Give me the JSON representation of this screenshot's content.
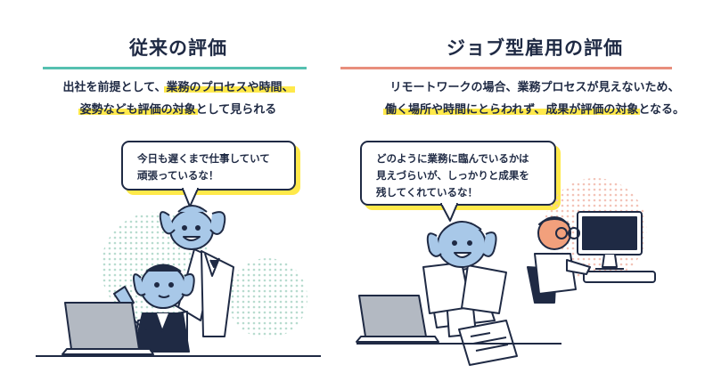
{
  "colors": {
    "ink": "#1f2a44",
    "teal_rule": "#55c0b0",
    "salmon_rule": "#e88e7c",
    "highlight": "#ffe94a",
    "character_blue": "#a8c8e8",
    "laptop_gray": "#b3b9c2",
    "dot_green": "#b8dccf",
    "dot_pink": "#f3c3b8"
  },
  "left": {
    "title": "従来の評価",
    "description": {
      "line1_plain": "出社を前提として、",
      "line1_highlight": "業務のプロセスや時間、",
      "line2_highlight": "姿勢なども評価の対象",
      "line2_plain": "として見られる"
    },
    "bubble": {
      "line1": "今日も遅くまで仕事していて",
      "line2": "頑張っているな！"
    },
    "icons": [
      "laptop-icon",
      "manager-character",
      "worker-character"
    ]
  },
  "right": {
    "title": "ジョブ型雇用の評価",
    "description": {
      "line1": "リモートワークの場合、業務プロセスが見えないため、",
      "line2_highlight": "働く場所や時間にとらわれず、成果が評価の対象",
      "line2_plain": "となる。"
    },
    "bubble": {
      "line1": "どのように業務に臨んでいるかは",
      "line2": "見えづらいが、しっかりと成果を",
      "line3": "残してくれているな！"
    },
    "icons": [
      "laptop-icon",
      "document-icon",
      "monitor-icon",
      "manager-character",
      "remote-worker-character"
    ]
  }
}
